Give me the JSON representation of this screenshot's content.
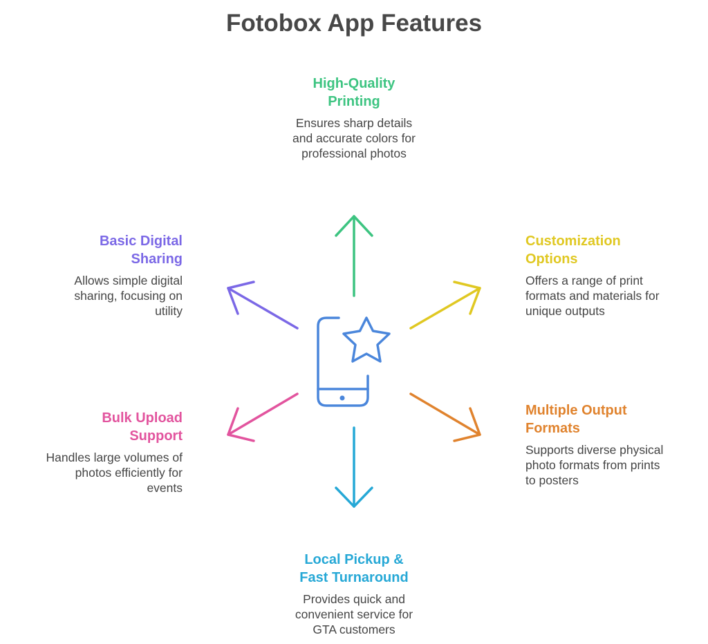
{
  "title": "Fotobox App Features",
  "center_icon": "phone-star-icon",
  "features": {
    "top": {
      "title": "High-Quality Printing",
      "title_line1": "High-Quality",
      "title_line2": "Printing",
      "description": "Ensures sharp details and accurate colors for professional photos",
      "color": "#3dc481",
      "arrow_direction": "up"
    },
    "upper_right": {
      "title": "Customization Options",
      "title_line1": "Customization",
      "title_line2": "Options",
      "description": "Offers a range of print formats and materials for unique outputs",
      "color": "#e0c822",
      "arrow_direction": "up-right"
    },
    "lower_right": {
      "title": "Multiple Output Formats",
      "title_line1": "Multiple Output",
      "title_line2": "Formats",
      "description": "Supports diverse physical photo formats from prints to posters",
      "color": "#e0832e",
      "arrow_direction": "down-right"
    },
    "bottom": {
      "title": "Local Pickup & Fast Turnaround",
      "title_line1": "Local Pickup &",
      "title_line2": "Fast Turnaround",
      "description": "Provides quick and convenient service for GTA customers",
      "color": "#26a8d6",
      "arrow_direction": "down"
    },
    "lower_left": {
      "title": "Bulk Upload Support",
      "title_line1": "Bulk Upload",
      "title_line2": "Support",
      "description": "Handles large volumes of photos efficiently for events",
      "color": "#e2549e",
      "arrow_direction": "down-left"
    },
    "upper_left": {
      "title": "Basic Digital Sharing",
      "title_line1": "Basic Digital",
      "title_line2": "Sharing",
      "description": "Allows simple digital sharing, focusing on utility",
      "color": "#7b68e6",
      "arrow_direction": "up-left"
    }
  },
  "icon_color": "#4a86db"
}
